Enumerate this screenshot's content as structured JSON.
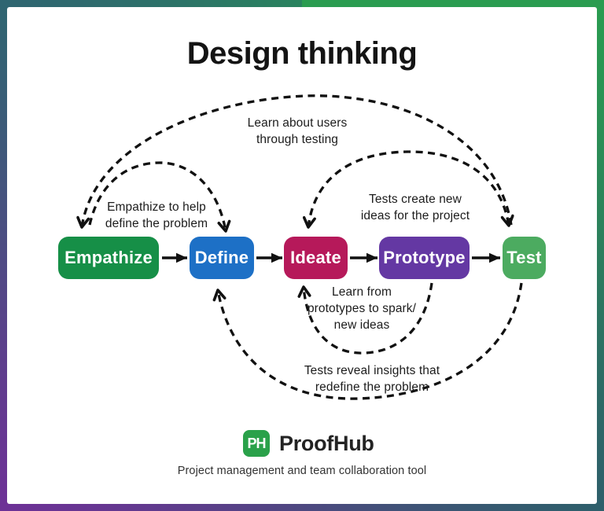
{
  "title": "Design thinking",
  "frame": {
    "border_colors": {
      "top_left": "#2f6571",
      "top_right": "#23a24b",
      "bottom_left": "#6d3196",
      "bottom_right": "#2e5f6b"
    }
  },
  "stages": [
    {
      "label": "Empathize",
      "color": "#168f47"
    },
    {
      "label": "Define",
      "color": "#1d70c6"
    },
    {
      "label": "Ideate",
      "color": "#b6195a"
    },
    {
      "label": "Prototype",
      "color": "#6438a3"
    },
    {
      "label": "Test",
      "color": "#4cab60"
    }
  ],
  "annotations": [
    {
      "name": "learn-about-users",
      "lines": [
        "Learn about users",
        "through testing"
      ]
    },
    {
      "name": "empathize-to-help",
      "lines": [
        "Empathize to help",
        "define the problem"
      ]
    },
    {
      "name": "tests-create-new",
      "lines": [
        "Tests create new",
        "ideas for the project"
      ]
    },
    {
      "name": "learn-from-prototypes",
      "lines": [
        "Learn from",
        "prototypes to spark/",
        "new ideas"
      ]
    },
    {
      "name": "tests-reveal-insights",
      "lines": [
        "Tests reveal insights that",
        "redefine the problem"
      ]
    }
  ],
  "footer": {
    "logo_monogram": "PH",
    "logo_color": "#2aa14a",
    "brand": "ProofHub",
    "tagline": "Project management and team collaboration tool"
  },
  "arrow_color": "#111111"
}
